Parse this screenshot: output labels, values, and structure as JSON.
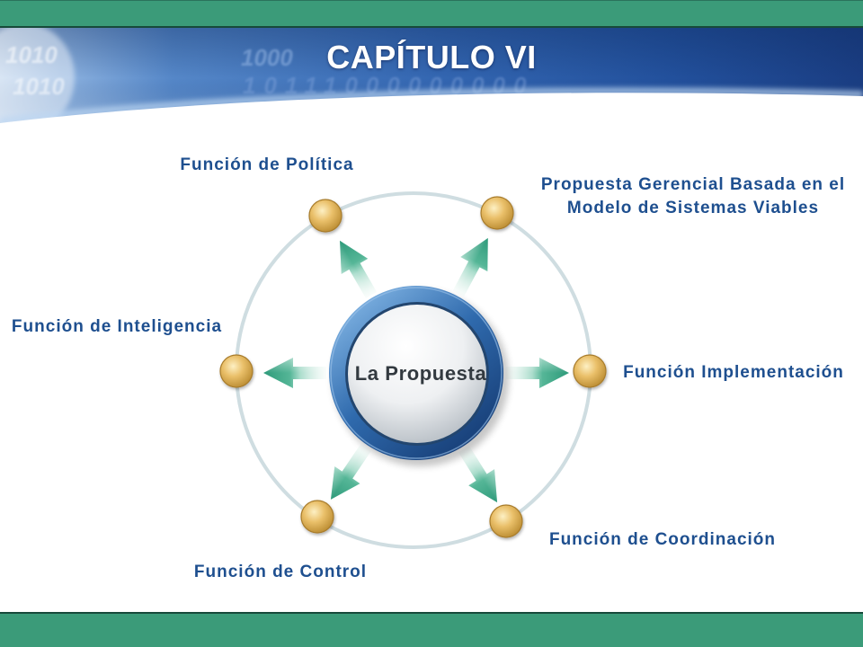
{
  "slide": {
    "title": "CAPÍTULO VI",
    "banner_digits": [
      "1010",
      "1010",
      "1000",
      "10111000000000"
    ]
  },
  "diagram": {
    "center_label": "La Propuesta",
    "labels": {
      "politica": "Función de Política",
      "propuesta_line1": "Propuesta Gerencial Basada en el",
      "propuesta_line2": "Modelo de Sistemas Viables",
      "inteligencia": "Función de Inteligencia",
      "implementacion": "Función Implementación",
      "coordinacion": "Función de Coordinación",
      "control": "Función de Control"
    }
  },
  "colors": {
    "bar_green": "#3b9b79",
    "label_blue": "#1e4f8f",
    "hub_blue": "#2f6aad",
    "node_gold": "#eac06a",
    "arrow_teal": "#2e9a7a",
    "ring": "#cfdde1"
  }
}
